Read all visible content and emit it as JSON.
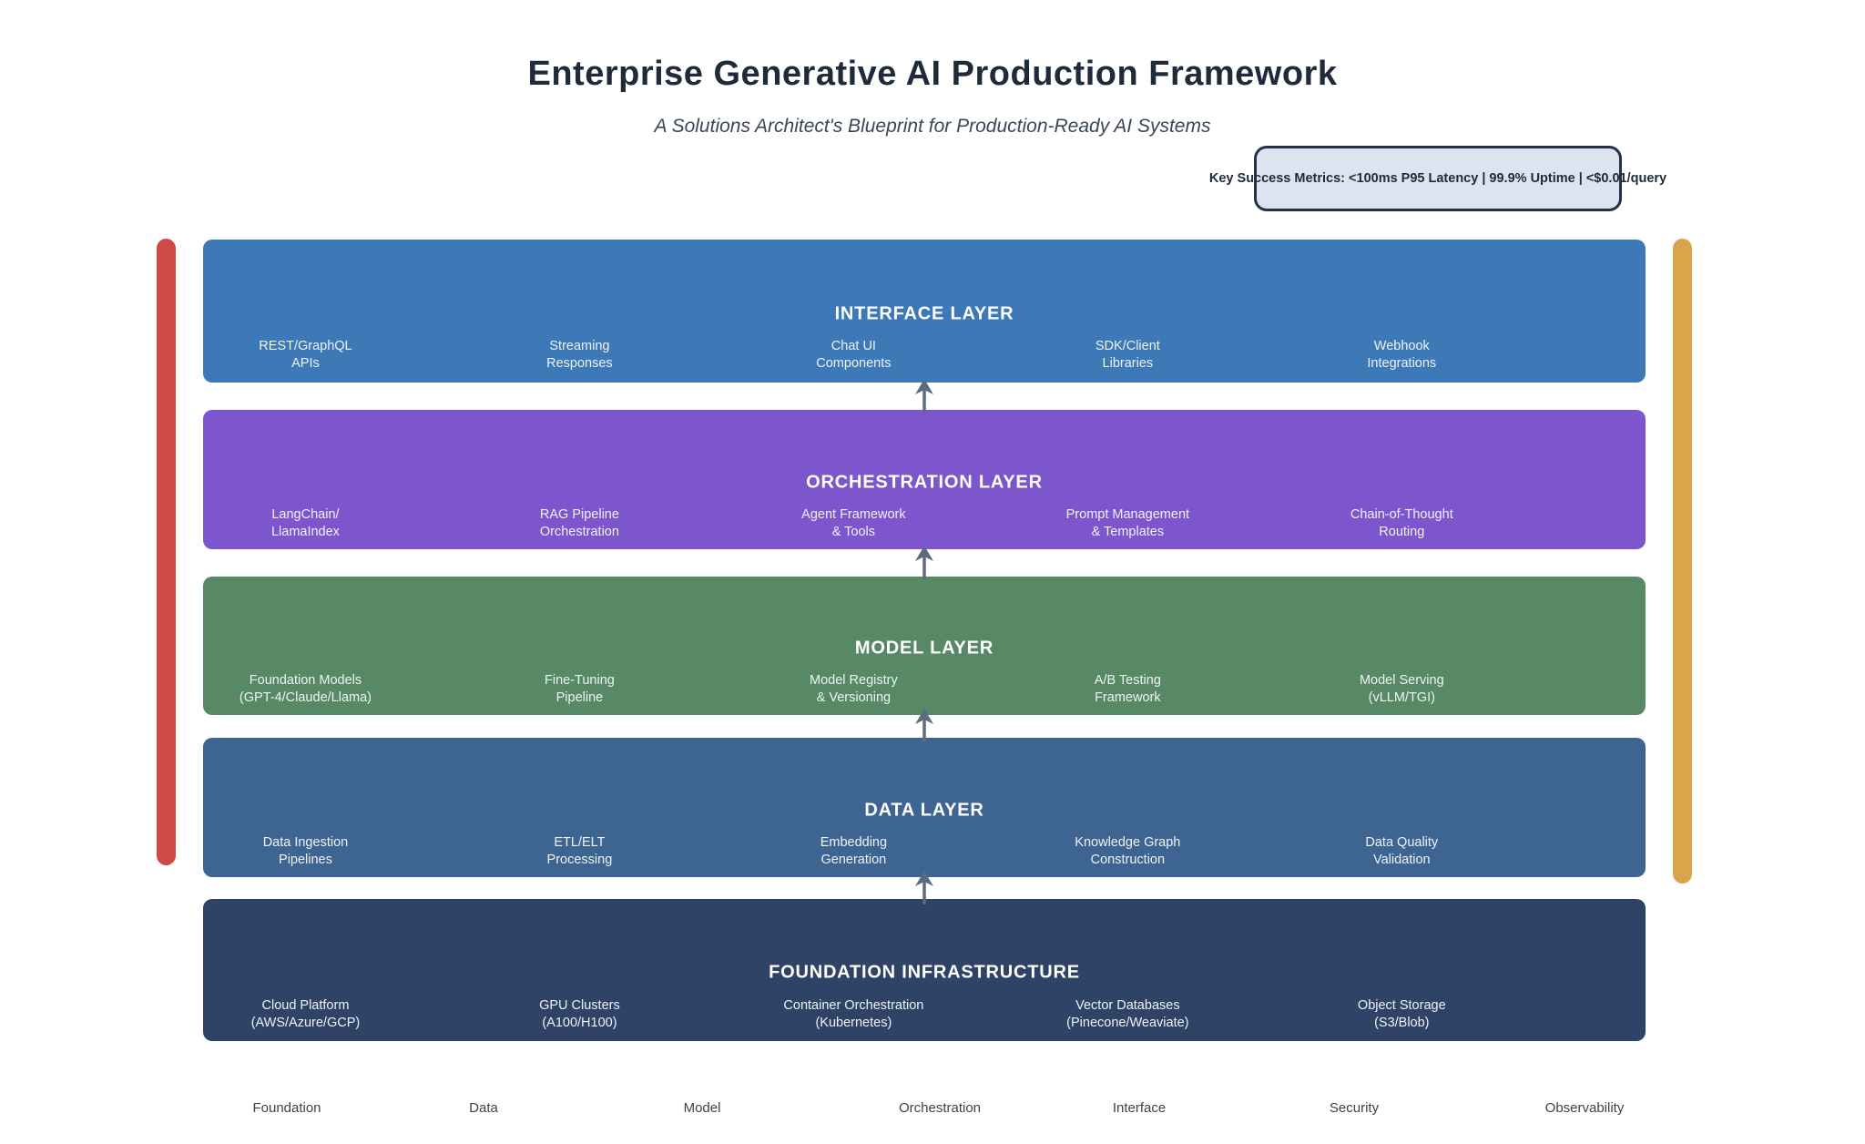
{
  "header": {
    "title": "Enterprise Generative AI Production Framework",
    "subtitle": "A Solutions Architect's Blueprint for Production-Ready AI Systems"
  },
  "metrics_badge": {
    "text": "Key Success Metrics: <100ms P95 Latency | 99.9% Uptime | <$0.01/query"
  },
  "layers": [
    {
      "name": "INTERFACE LAYER",
      "color": "#3d79b6",
      "items": [
        {
          "line1": "REST/GraphQL",
          "line2": "APIs"
        },
        {
          "line1": "Streaming",
          "line2": "Responses"
        },
        {
          "line1": "Chat UI",
          "line2": "Components"
        },
        {
          "line1": "SDK/Client",
          "line2": "Libraries"
        },
        {
          "line1": "Webhook",
          "line2": "Integrations"
        }
      ]
    },
    {
      "name": "ORCHESTRATION LAYER",
      "color": "#7d55cd",
      "items": [
        {
          "line1": "LangChain/",
          "line2": "LlamaIndex"
        },
        {
          "line1": "RAG Pipeline",
          "line2": "Orchestration"
        },
        {
          "line1": "Agent Framework",
          "line2": "& Tools"
        },
        {
          "line1": "Prompt Management",
          "line2": "& Templates"
        },
        {
          "line1": "Chain-of-Thought",
          "line2": "Routing"
        }
      ]
    },
    {
      "name": "MODEL LAYER",
      "color": "#578a64",
      "items": [
        {
          "line1": "Foundation Models",
          "line2": "(GPT-4/Claude/Llama)"
        },
        {
          "line1": "Fine-Tuning",
          "line2": "Pipeline"
        },
        {
          "line1": "Model Registry",
          "line2": "& Versioning"
        },
        {
          "line1": "A/B Testing",
          "line2": "Framework"
        },
        {
          "line1": "Model Serving",
          "line2": "(vLLM/TGI)"
        }
      ]
    },
    {
      "name": "DATA LAYER",
      "color": "#3e6491",
      "items": [
        {
          "line1": "Data Ingestion",
          "line2": "Pipelines"
        },
        {
          "line1": "ETL/ELT",
          "line2": "Processing"
        },
        {
          "line1": "Embedding",
          "line2": "Generation"
        },
        {
          "line1": "Knowledge Graph",
          "line2": "Construction"
        },
        {
          "line1": "Data Quality",
          "line2": "Validation"
        }
      ]
    },
    {
      "name": "FOUNDATION INFRASTRUCTURE",
      "color": "#2e4366",
      "items": [
        {
          "line1": "Cloud Platform",
          "line2": "(AWS/Azure/GCP)"
        },
        {
          "line1": "GPU Clusters",
          "line2": "(A100/H100)"
        },
        {
          "line1": "Container Orchestration",
          "line2": "(Kubernetes)"
        },
        {
          "line1": "Vector Databases",
          "line2": "(Pinecone/Weaviate)"
        },
        {
          "line1": "Object Storage",
          "line2": "(S3/Blob)"
        }
      ]
    }
  ],
  "accents": {
    "left_bar_color": "#ce4a48",
    "right_bar_color": "#dca44a",
    "arrow_color": "#5d6b7e"
  },
  "footer_labels": [
    "Foundation",
    "Data",
    "Model",
    "Orchestration",
    "Interface",
    "Security",
    "Observability"
  ]
}
